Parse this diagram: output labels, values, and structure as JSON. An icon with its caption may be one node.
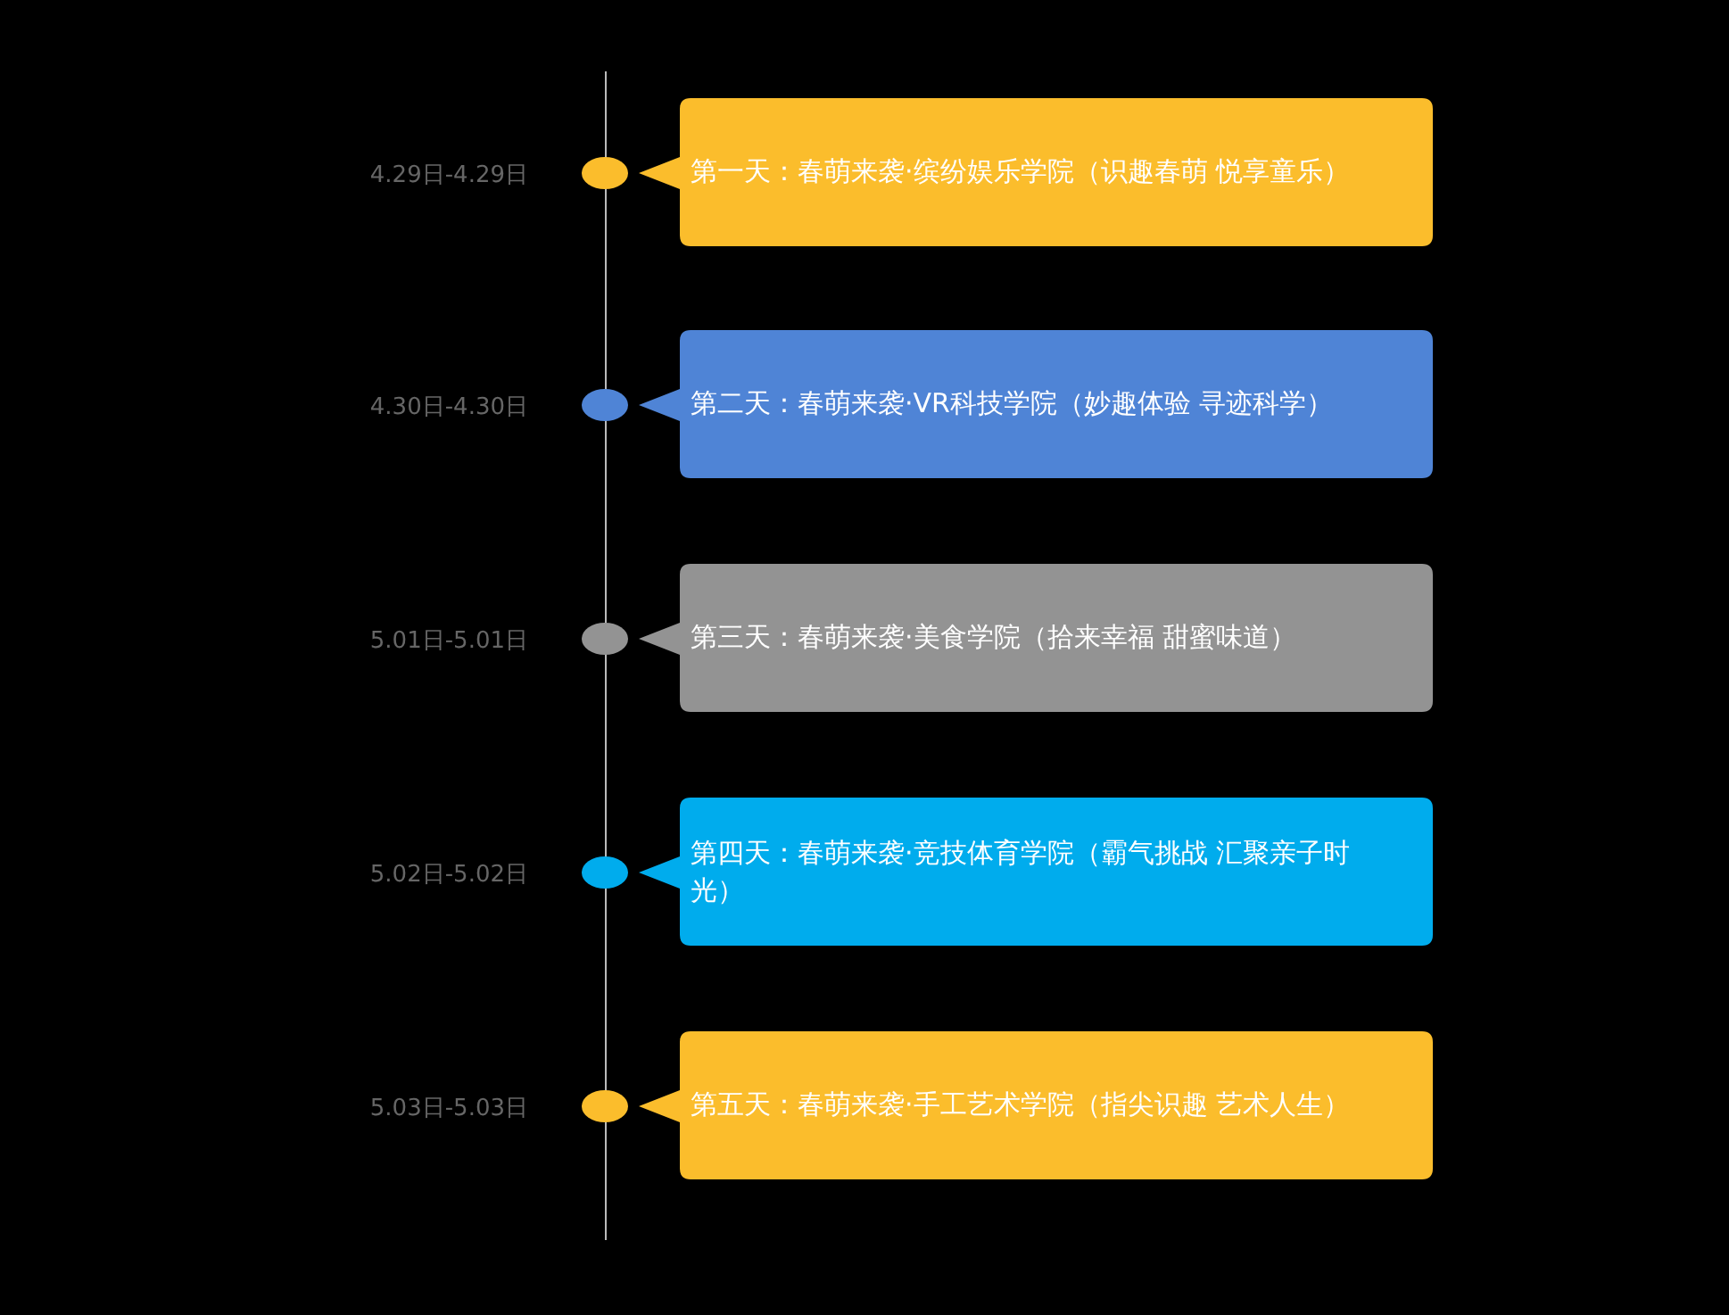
{
  "diagram": {
    "nodes": [
      {
        "text": [],
        "shape": "circle",
        "beside": [
          "4.29日-4.29日"
        ]
      },
      {
        "text": [
          "第一天：春萌来袭·缤纷娱乐学院（识趣春萌 悦享童乐）"
        ]
      },
      {
        "text": [],
        "shape": "circle",
        "beside": [
          "4.30日-4.30日"
        ]
      },
      {
        "text": [
          "第二天：春萌来袭·VR科技学院（妙趣体验 寻迹科学）"
        ]
      },
      {
        "text": [],
        "shape": "circle",
        "beside": [
          "5.01日-5.01日"
        ]
      },
      {
        "text": [
          "第三天：春萌来袭·美食学院（拾来幸福 甜蜜味道）"
        ]
      },
      {
        "text": [],
        "shape": "circle",
        "beside": [
          "5.02日-5.02日"
        ]
      },
      {
        "text": [
          "第四天：春萌来袭·竞技体育学院（霸气挑战 汇聚亲子时光）"
        ]
      },
      {
        "text": [],
        "shape": "circle",
        "beside": [
          "5.03日-5.03日"
        ]
      },
      {
        "text": [
          "第五天：春萌来袭·手工艺术学院（指尖识趣 艺术人生）"
        ]
      }
    ]
  }
}
